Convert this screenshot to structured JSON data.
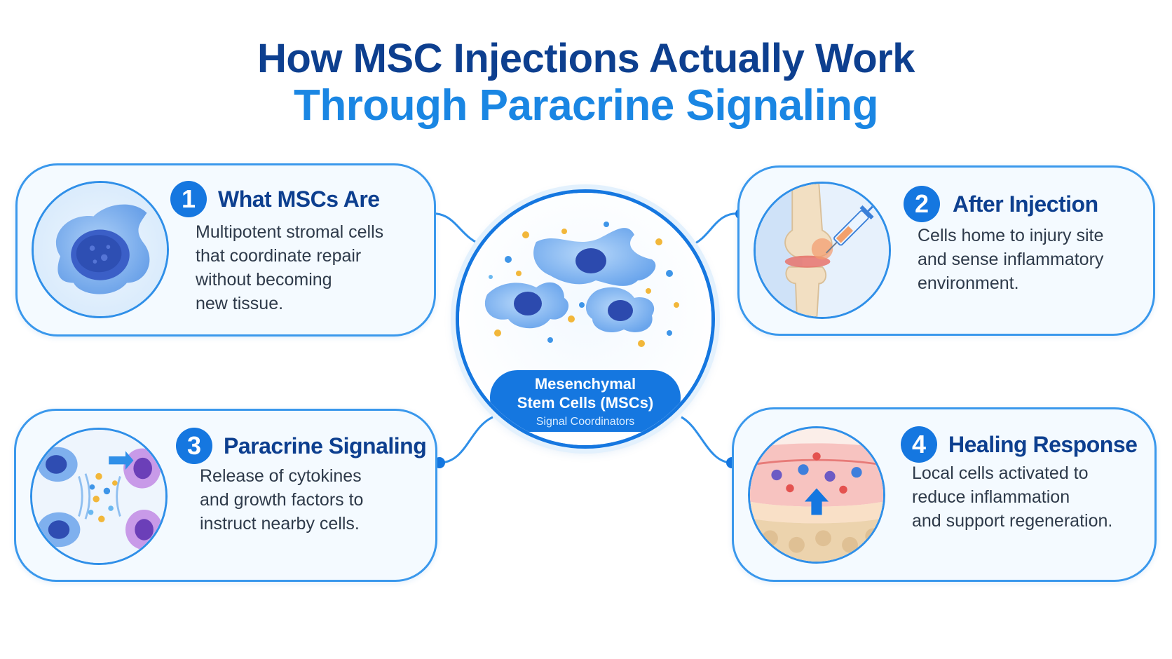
{
  "title": {
    "line1": "How MSC Injections Actually Work",
    "line2": "Through Paracrine Signaling"
  },
  "hub": {
    "title_line1": "Mesenchymal",
    "title_line2": "Stem Cells (MSCs)",
    "subtitle": "Signal Coordinators"
  },
  "cards": [
    {
      "number": "1",
      "heading": "What MSCs Are",
      "lines": [
        "Multipotent stromal cells",
        "that coordinate repair",
        "without becoming",
        "new tissue."
      ]
    },
    {
      "number": "2",
      "heading": "After Injection",
      "lines": [
        "Cells home to injury site",
        "and sense inflammatory",
        "environment."
      ]
    },
    {
      "number": "3",
      "heading": "Paracrine Signaling",
      "lines": [
        "Release of cytokines",
        "and growth factors to",
        "instruct nearby cells."
      ]
    },
    {
      "number": "4",
      "heading": "Healing Response",
      "lines": [
        "Local cells activated to",
        "reduce inflammation",
        "and support regeneration."
      ]
    }
  ],
  "colors": {
    "accent": "#1577e0",
    "title_dark": "#0d3f8f",
    "title_light": "#1a86e3",
    "card_border": "#3a98ec",
    "card_fill": "#f4faff"
  }
}
